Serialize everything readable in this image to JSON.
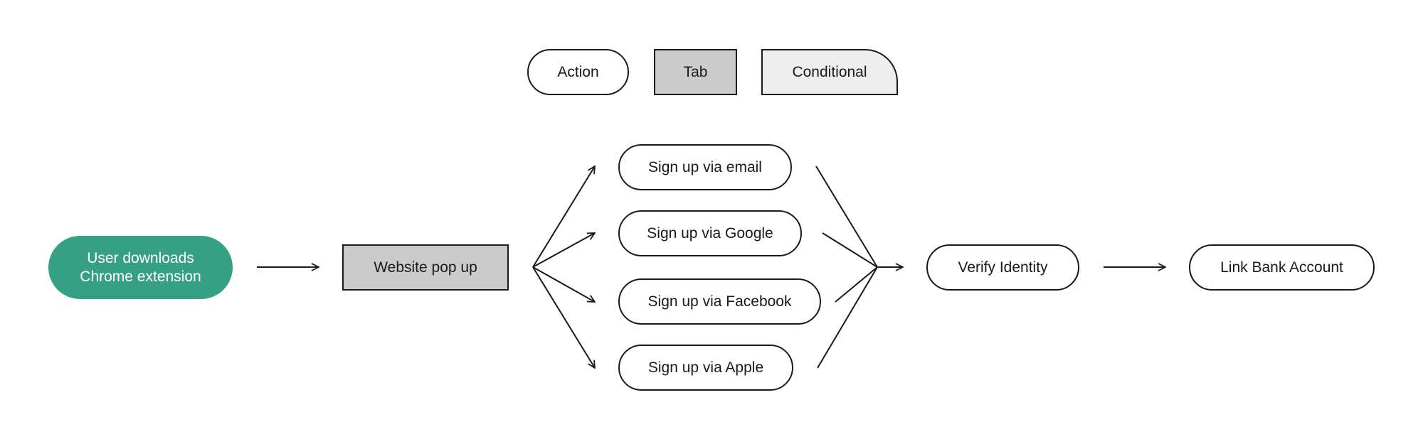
{
  "legend": {
    "action": "Action",
    "tab": "Tab",
    "conditional": "Conditional"
  },
  "flow": {
    "start": "User downloads\nChrome extension",
    "popup": "Website pop up",
    "signup_email": "Sign up via email",
    "signup_google": "Sign up via Google",
    "signup_facebook": "Sign up via Facebook",
    "signup_apple": "Sign up via Apple",
    "verify": "Verify Identity",
    "bank": "Link Bank Account"
  },
  "colors": {
    "start_fill": "#35a084",
    "tab_fill": "#cbcbcb",
    "conditional_fill": "#eeeeee",
    "stroke": "#1a1a1a"
  }
}
